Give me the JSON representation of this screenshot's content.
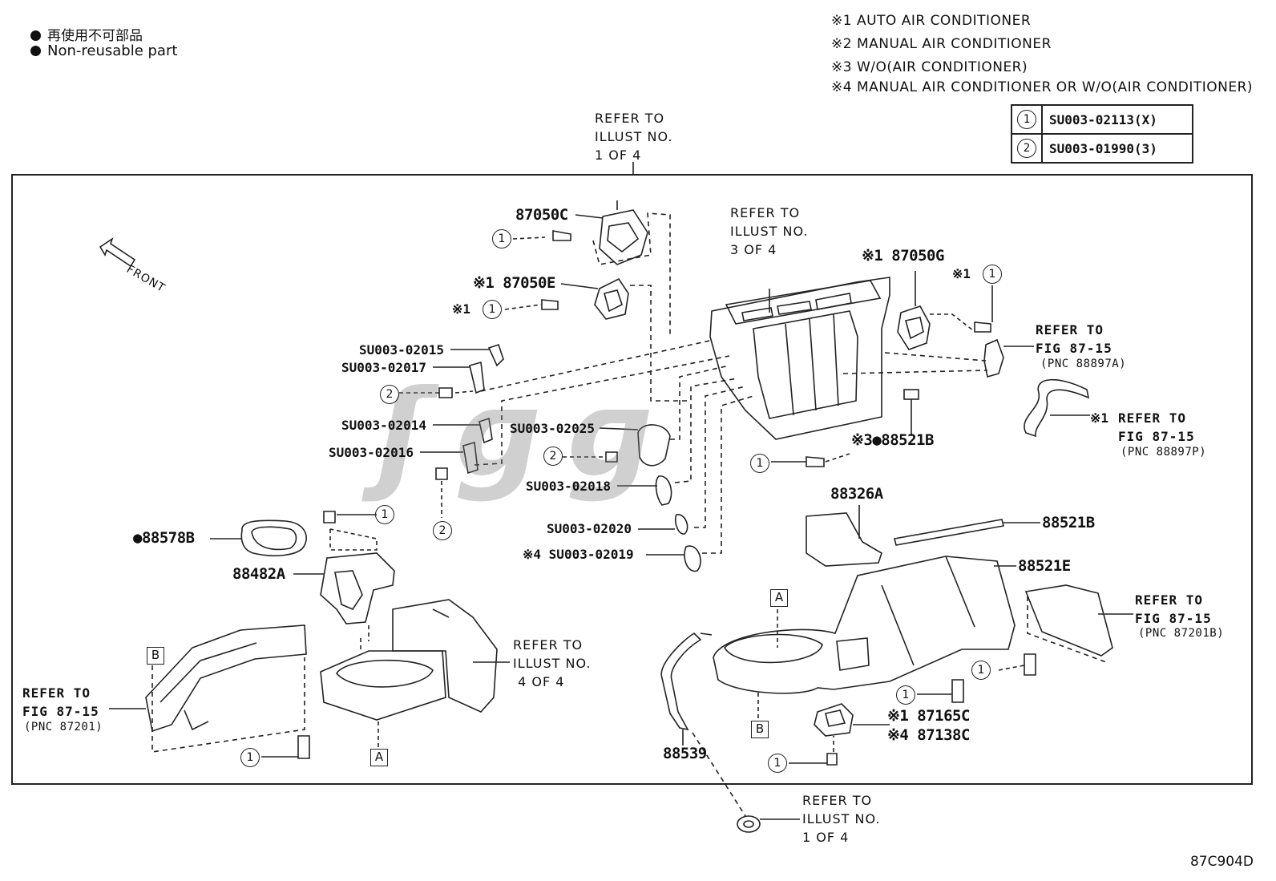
{
  "legend": {
    "jp": "再使用不可部品",
    "en": "Non-reusable part"
  },
  "notes": [
    "※1 AUTO AIR CONDITIONER",
    "※2 MANUAL AIR CONDITIONER",
    "※3 W/O(AIR CONDITIONER)",
    "※4 MANUAL AIR CONDITIONER OR W/O(AIR CONDITIONER)"
  ],
  "spec_table": [
    {
      "num": "1",
      "value": "SU003-02113(X)"
    },
    {
      "num": "2",
      "value": "SU003-01990(3)"
    }
  ],
  "top_ref": "REFER TO\nILLUST NO.\n1 OF 4",
  "ref_3of4": "REFER TO\nILLUST NO.\n3 OF 4",
  "ref_4of4": "REFER TO\nILLUST NO.\n 4 OF 4",
  "bottom_ref": "REFER TO\nILLUST NO.\n1 OF 4",
  "front_label": "FRONT",
  "refs_fig": {
    "r1": "REFER TO\nFIG 87-15",
    "r1_pnc": "(PNC 88897A)",
    "r2": "REFER TO\nFIG 87-15",
    "r2_pnc": "(PNC 88897P)",
    "r3": "REFER TO\nFIG 87-15",
    "r3_pnc": "(PNC 87201B)",
    "r4": "REFER TO\nFIG 87-15",
    "r4_pnc": "(PNC 87201)"
  },
  "parts": {
    "p87050C": "87050C",
    "p87050E": "※1 87050E",
    "p87050G": "※1 87050G",
    "s1_mark_a": "※1",
    "s1_mark_b": "※1",
    "s1_mark_c": "※1",
    "su02015": "SU003-02015",
    "su02017": "SU003-02017",
    "su02014": "SU003-02014",
    "su02016": "SU003-02016",
    "su02025": "SU003-02025",
    "su02018": "SU003-02018",
    "su02020": "SU003-02020",
    "su02019": "※4 SU003-02019",
    "p88521B_a": "※3●88521B",
    "p88326A": "88326A",
    "p88521B_b": "88521B",
    "p88521E": "88521E",
    "p88578B": "●88578B",
    "p88482A": "88482A",
    "p87165C": "※1 87165C",
    "p87138C": "※4 87138C",
    "p88539": "88539"
  },
  "box_labels": {
    "a1": "A",
    "a2": "A",
    "b1": "B",
    "b2": "B"
  },
  "circle_nums": {
    "one": "1",
    "two": "2"
  },
  "fig_code": "87C904D"
}
